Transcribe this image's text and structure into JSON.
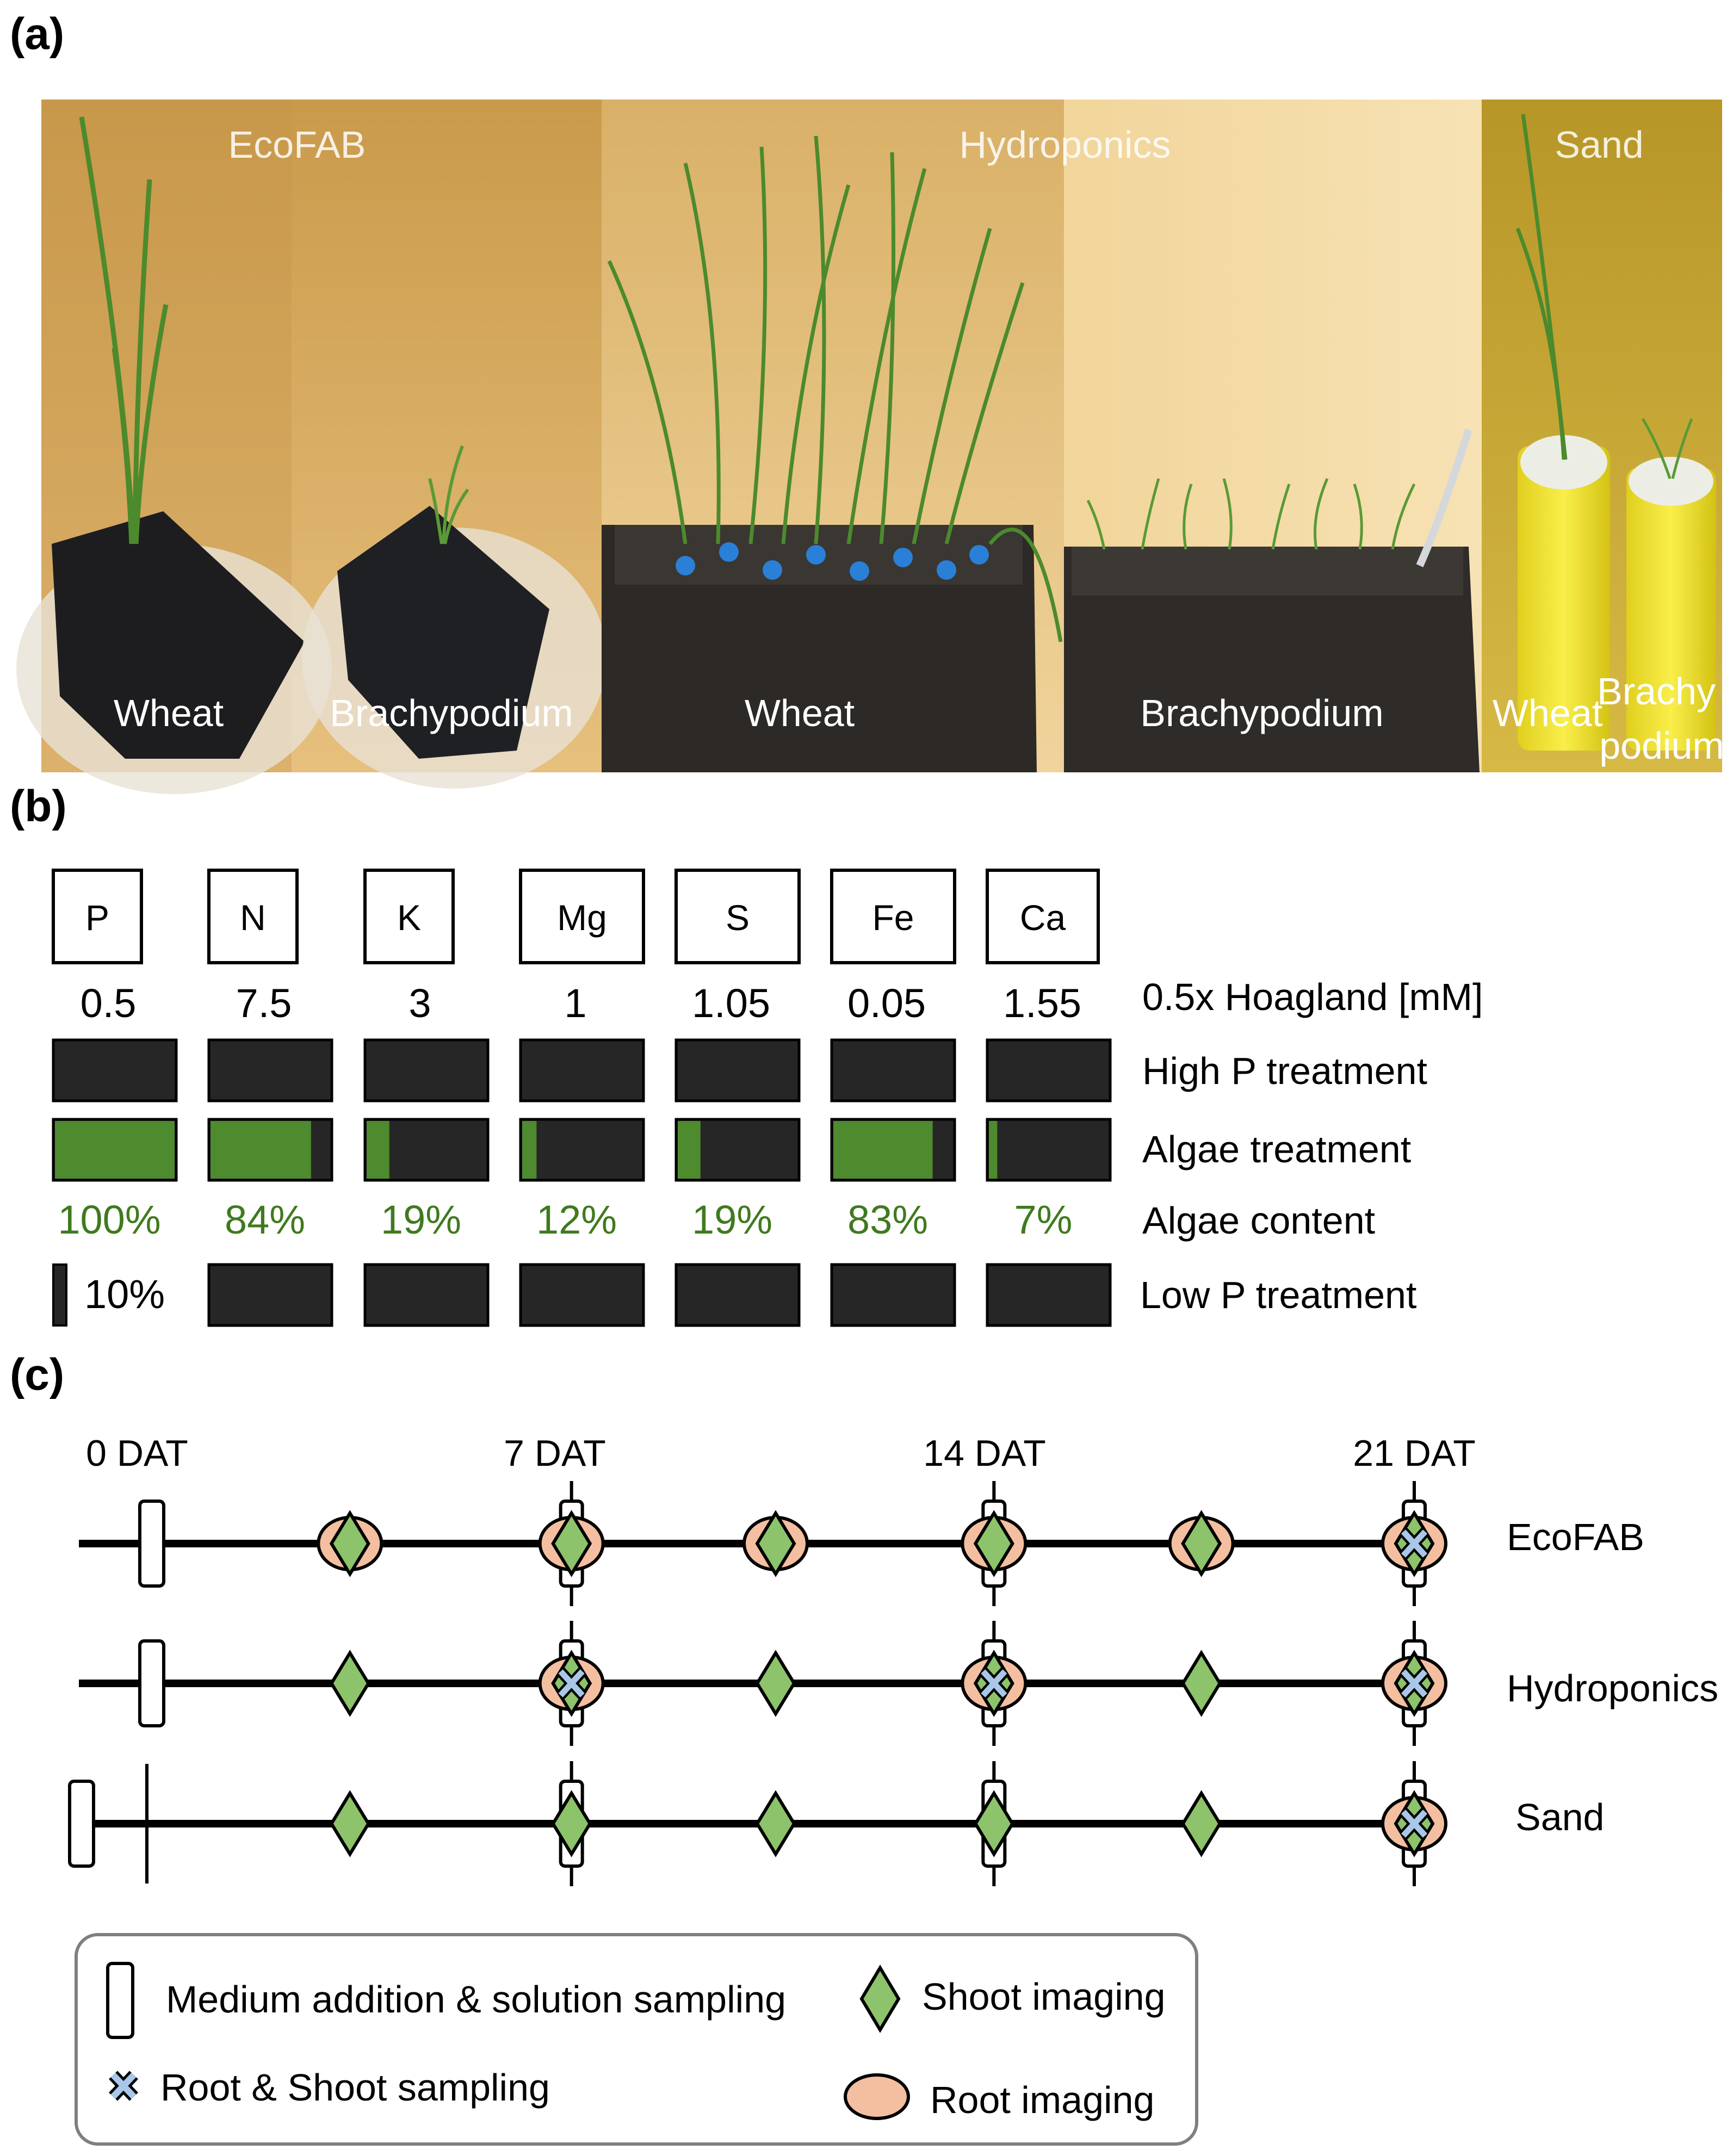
{
  "panel_labels": {
    "a": "(a)",
    "b": "(b)",
    "c": "(c)"
  },
  "panel_a": {
    "system_titles": [
      "EcoFAB",
      "Hydroponics",
      "Sand"
    ],
    "plant_labels": [
      "Wheat",
      "Brachypodium",
      "Wheat",
      "Brachypodium",
      "Wheat"
    ],
    "sand_brachy_line1": "Brachy",
    "sand_brachy_line2": "podium"
  },
  "panel_b": {
    "elements": [
      "P",
      "N",
      "K",
      "Mg",
      "S",
      "Fe",
      "Ca"
    ],
    "hoagland_values": [
      "0.5",
      "7.5",
      "3",
      "1",
      "1.05",
      "0.05",
      "1.55"
    ],
    "hoagland_label": "0.5x Hoagland [mM]",
    "high_p_label": "High P treatment",
    "algae_treatment_label": "Algae treatment",
    "algae_content_label": "Algae content",
    "low_p_label": "Low P treatment",
    "algae_content": [
      "100%",
      "84%",
      "19%",
      "12%",
      "19%",
      "83%",
      "7%"
    ],
    "algae_fraction": [
      1.0,
      0.84,
      0.19,
      0.12,
      0.19,
      0.83,
      0.07
    ],
    "low_p_p_value": "10%",
    "colors": {
      "bar": "#262626",
      "algae": "#4e8a2e",
      "algae_text": "#3f7a1e"
    }
  },
  "panel_c": {
    "dat_labels": [
      "0 DAT",
      "7 DAT",
      "14 DAT",
      "21 DAT"
    ],
    "systems": [
      "EcoFAB",
      "Hydroponics",
      "Sand"
    ],
    "legend": {
      "medium": "Medium addition & solution sampling",
      "shoot_imaging": "Shoot imaging",
      "root_shoot_sampling": "Root & Shoot sampling",
      "root_imaging": "Root imaging"
    },
    "colors": {
      "diamond": "#8dc36b",
      "ellipse": "#f4bfa1",
      "cross": "#a9c7e8"
    }
  }
}
